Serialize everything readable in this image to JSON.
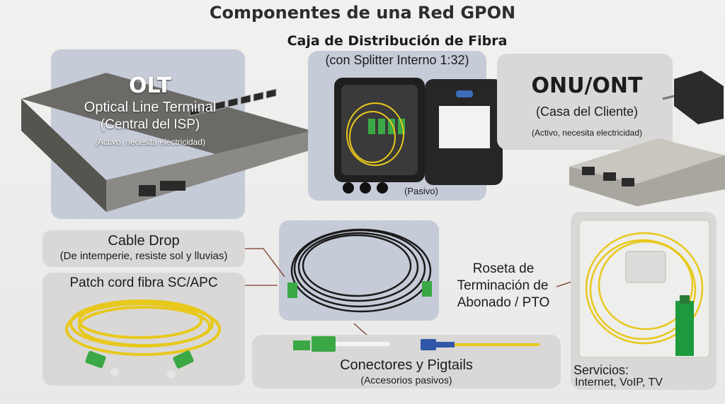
{
  "title": "Componentes de una Red GPON",
  "olt": {
    "name": "OLT",
    "full": "Optical Line Terminal",
    "location": "(Central del ISP)",
    "note": "(Activo, necesita electricidad)"
  },
  "caja": {
    "title": "Caja de Distribución de Fibra",
    "subtitle": "(con Splitter Interno 1:32)",
    "note": "(Pasivo)"
  },
  "onu": {
    "name": "ONU/ONT",
    "location": "(Casa del Cliente)",
    "note": "(Activo, necesita electricidad)"
  },
  "drop": {
    "title": "Cable Drop",
    "subtitle": "(De intemperie, resiste sol y lluvias)"
  },
  "patch": {
    "title": "Patch cord fibra SC/APC"
  },
  "roseta": {
    "line1": "Roseta de",
    "line2": "Terminación de",
    "line3": "Abonado / PTO"
  },
  "conectores": {
    "title": "Conectores y Pigtails",
    "subtitle": "(Accesorios pasivos)"
  },
  "servicios": {
    "title": "Servicios:",
    "list": "Internet, VoIP, TV"
  },
  "colors": {
    "panel_blue": "#c6cbd8",
    "panel_gray": "#d9d8d6",
    "fiber_yellow": "#e8c81c",
    "connector_green": "#3aa845",
    "connector_blue": "#2f57a8",
    "leader_line": "#7a3b25"
  }
}
